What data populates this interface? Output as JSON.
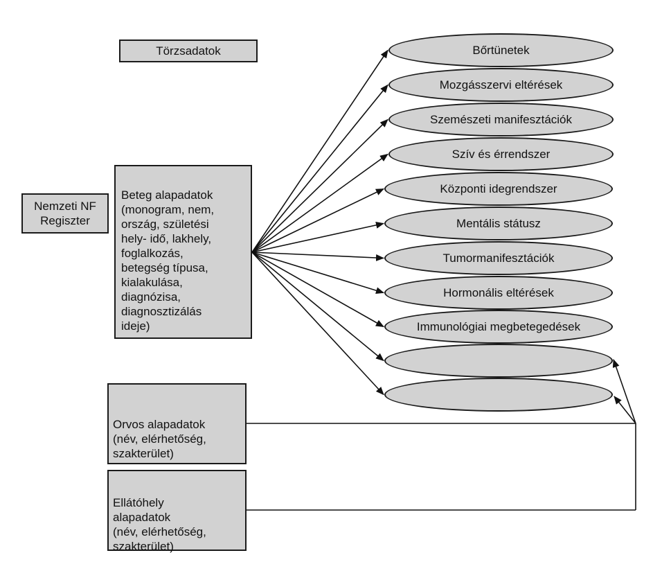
{
  "diagram": {
    "header_label": "Törzsadatok",
    "registry_label": "Nemzeti NF\nRegiszter",
    "patient_box": "Beteg alapadatok\n(monogram, nem,\nország, születési\nhely- idő, lakhely,\nfoglalkozás,\nbetegség típusa,\nkialakulása,\ndiagnózisa,\ndiagnosztizálás\nideje)",
    "doctor_box": "Orvos alapadatok\n(név, elérhetőség,\nszakterület)",
    "facility_box": "Ellátóhely\nalapadatok\n(név, elérhetőség,\nszakterület)",
    "categories": [
      "Bőrtünetek",
      "Mozgásszervi eltérések",
      "Szemészeti manifesztációk",
      "Szív és érrendszer",
      "Központi idegrendszer",
      "Mentális státusz",
      "Tumormanifesztációk",
      "Hormonális eltérések",
      "Immunológiai megbetegedések",
      "",
      ""
    ]
  }
}
